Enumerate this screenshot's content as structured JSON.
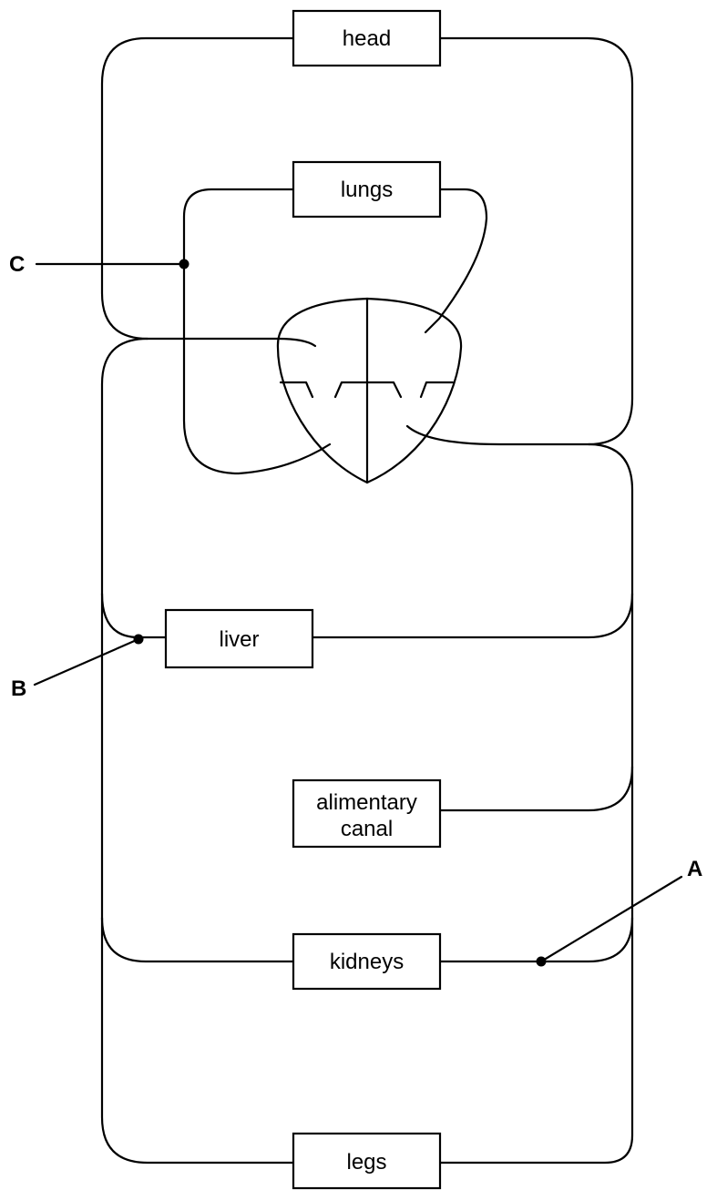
{
  "organs": {
    "head": "head",
    "lungs": "lungs",
    "liver": "liver",
    "alimentary_line1": "alimentary",
    "alimentary_line2": "canal",
    "kidneys": "kidneys",
    "legs": "legs"
  },
  "points": {
    "a": "A",
    "b": "B",
    "c": "C"
  }
}
